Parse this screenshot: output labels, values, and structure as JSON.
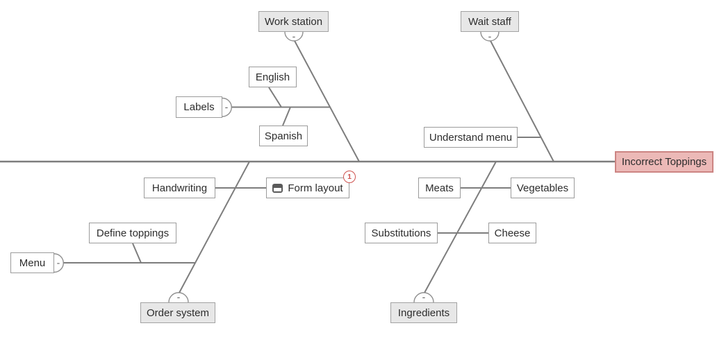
{
  "effect": {
    "label": "Incorrect Toppings"
  },
  "collapse_glyph": "-",
  "branches": {
    "work_station": {
      "label": "Work station",
      "causes": {
        "labels": {
          "label": "Labels",
          "subcauses": {
            "english": {
              "label": "English"
            },
            "spanish": {
              "label": "Spanish"
            }
          }
        }
      }
    },
    "wait_staff": {
      "label": "Wait staff",
      "causes": {
        "understand_menu": {
          "label": "Understand menu"
        }
      }
    },
    "order_system": {
      "label": "Order system",
      "causes": {
        "handwriting": {
          "label": "Handwriting"
        },
        "form_layout": {
          "label": "Form layout",
          "badge_count": "1",
          "icon": "comment-icon"
        },
        "menu": {
          "label": "Menu",
          "subcauses": {
            "define_toppings": {
              "label": "Define toppings"
            }
          }
        }
      }
    },
    "ingredients": {
      "label": "Ingredients",
      "causes": {
        "meats": {
          "label": "Meats"
        },
        "vegetables": {
          "label": "Vegetables"
        },
        "substitutions": {
          "label": "Substitutions"
        },
        "cheese": {
          "label": "Cheese"
        }
      }
    }
  },
  "colors": {
    "line": "#7d7d7d",
    "box_border": "#9b9b9b",
    "category_fill": "#e7e7e7",
    "effect_fill": "#ecb9b7",
    "effect_border": "#cc8482",
    "badge": "#cf5350",
    "comment_icon": "#5a5a5a"
  }
}
